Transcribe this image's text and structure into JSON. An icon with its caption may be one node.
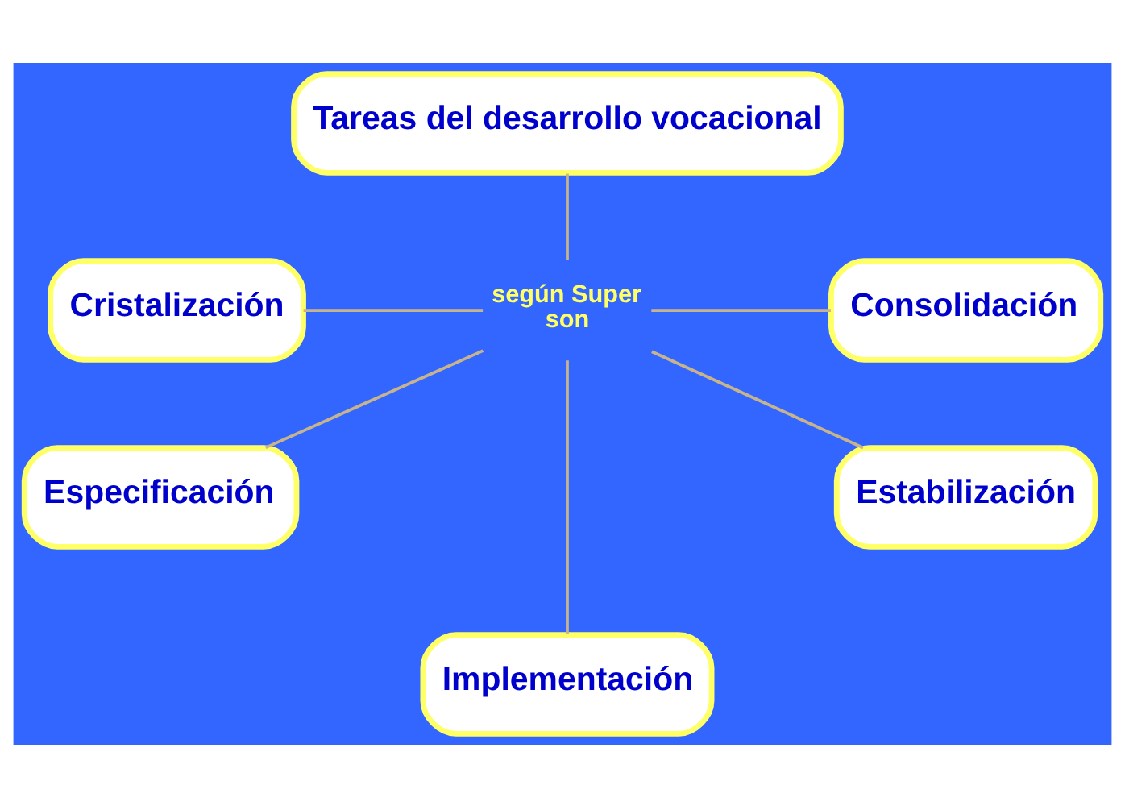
{
  "diagram": {
    "nodes": [
      {
        "text": [
          "Tareas del desarrollo vocacional"
        ]
      },
      {
        "text": [
          "Cristalización"
        ]
      },
      {
        "text": [
          "según Super son"
        ]
      },
      {
        "text": [
          "Consolidación"
        ]
      },
      {
        "text": [
          "Especificación"
        ]
      },
      {
        "text": [
          "Estabilización"
        ]
      },
      {
        "text": [
          "Implementación"
        ]
      }
    ],
    "edges": [
      {
        "from": 0,
        "to": 2,
        "arrow": "none"
      },
      {
        "from": 1,
        "to": 2,
        "arrow": "none"
      },
      {
        "from": 2,
        "to": 3,
        "arrow": "none"
      },
      {
        "from": 2,
        "to": 4,
        "arrow": "none"
      },
      {
        "from": 2,
        "to": 6,
        "arrow": "none"
      },
      {
        "from": 2,
        "to": 5,
        "arrow": "none"
      }
    ]
  }
}
